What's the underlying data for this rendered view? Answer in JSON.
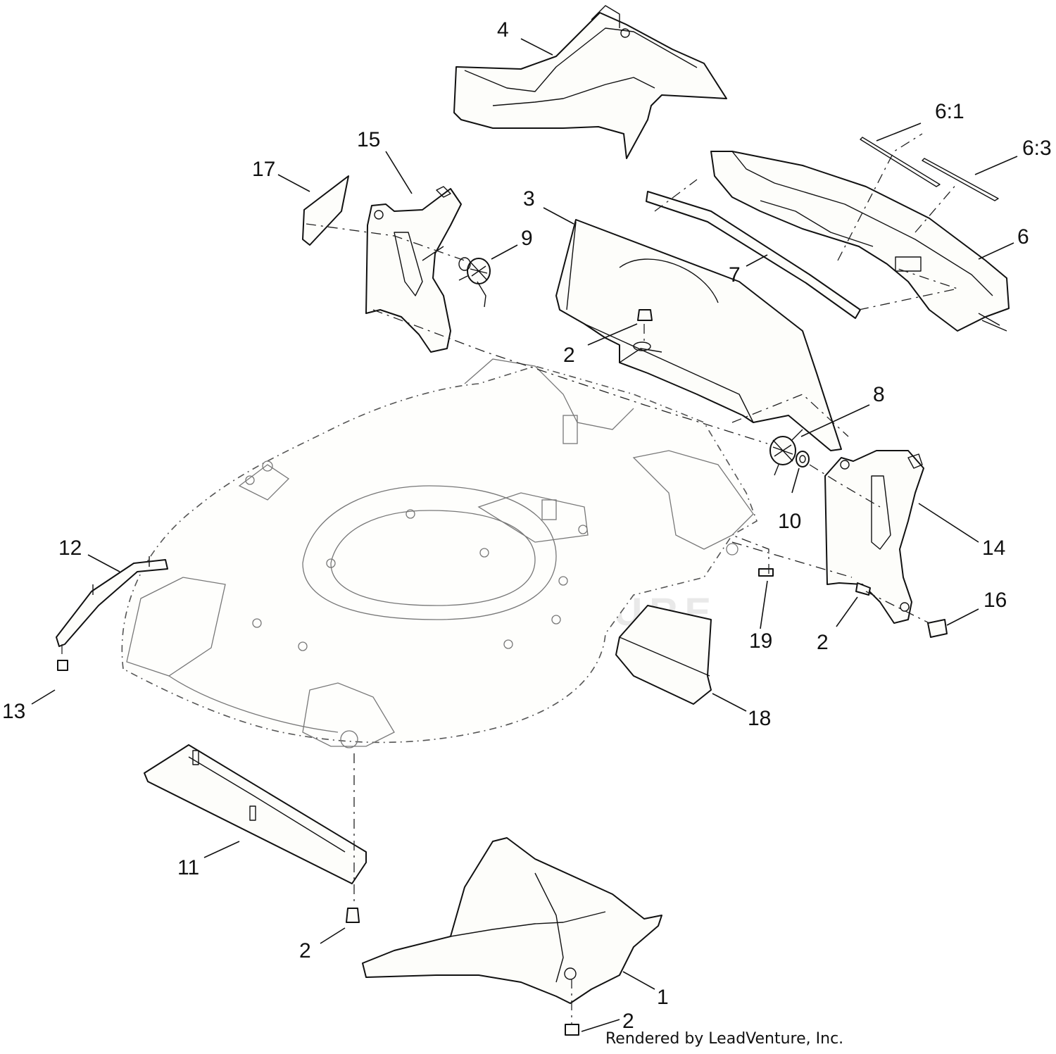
{
  "callouts": [
    {
      "id": "1",
      "text": "1"
    },
    {
      "id": "2a",
      "text": "2"
    },
    {
      "id": "2b",
      "text": "2"
    },
    {
      "id": "2c",
      "text": "2"
    },
    {
      "id": "2d",
      "text": "2"
    },
    {
      "id": "3",
      "text": "3"
    },
    {
      "id": "4",
      "text": "4"
    },
    {
      "id": "6",
      "text": "6"
    },
    {
      "id": "6-1",
      "text": "6:1"
    },
    {
      "id": "6-3",
      "text": "6:3"
    },
    {
      "id": "7",
      "text": "7"
    },
    {
      "id": "8",
      "text": "8"
    },
    {
      "id": "9",
      "text": "9"
    },
    {
      "id": "10",
      "text": "10"
    },
    {
      "id": "11",
      "text": "11"
    },
    {
      "id": "12",
      "text": "12"
    },
    {
      "id": "13",
      "text": "13"
    },
    {
      "id": "14",
      "text": "14"
    },
    {
      "id": "15",
      "text": "15"
    },
    {
      "id": "16",
      "text": "16"
    },
    {
      "id": "17",
      "text": "17"
    },
    {
      "id": "18",
      "text": "18"
    },
    {
      "id": "19",
      "text": "19"
    }
  ],
  "watermark": {
    "brand": "LEADVENTURE"
  },
  "footer": {
    "credit": "Rendered by LeadVenture, Inc."
  }
}
